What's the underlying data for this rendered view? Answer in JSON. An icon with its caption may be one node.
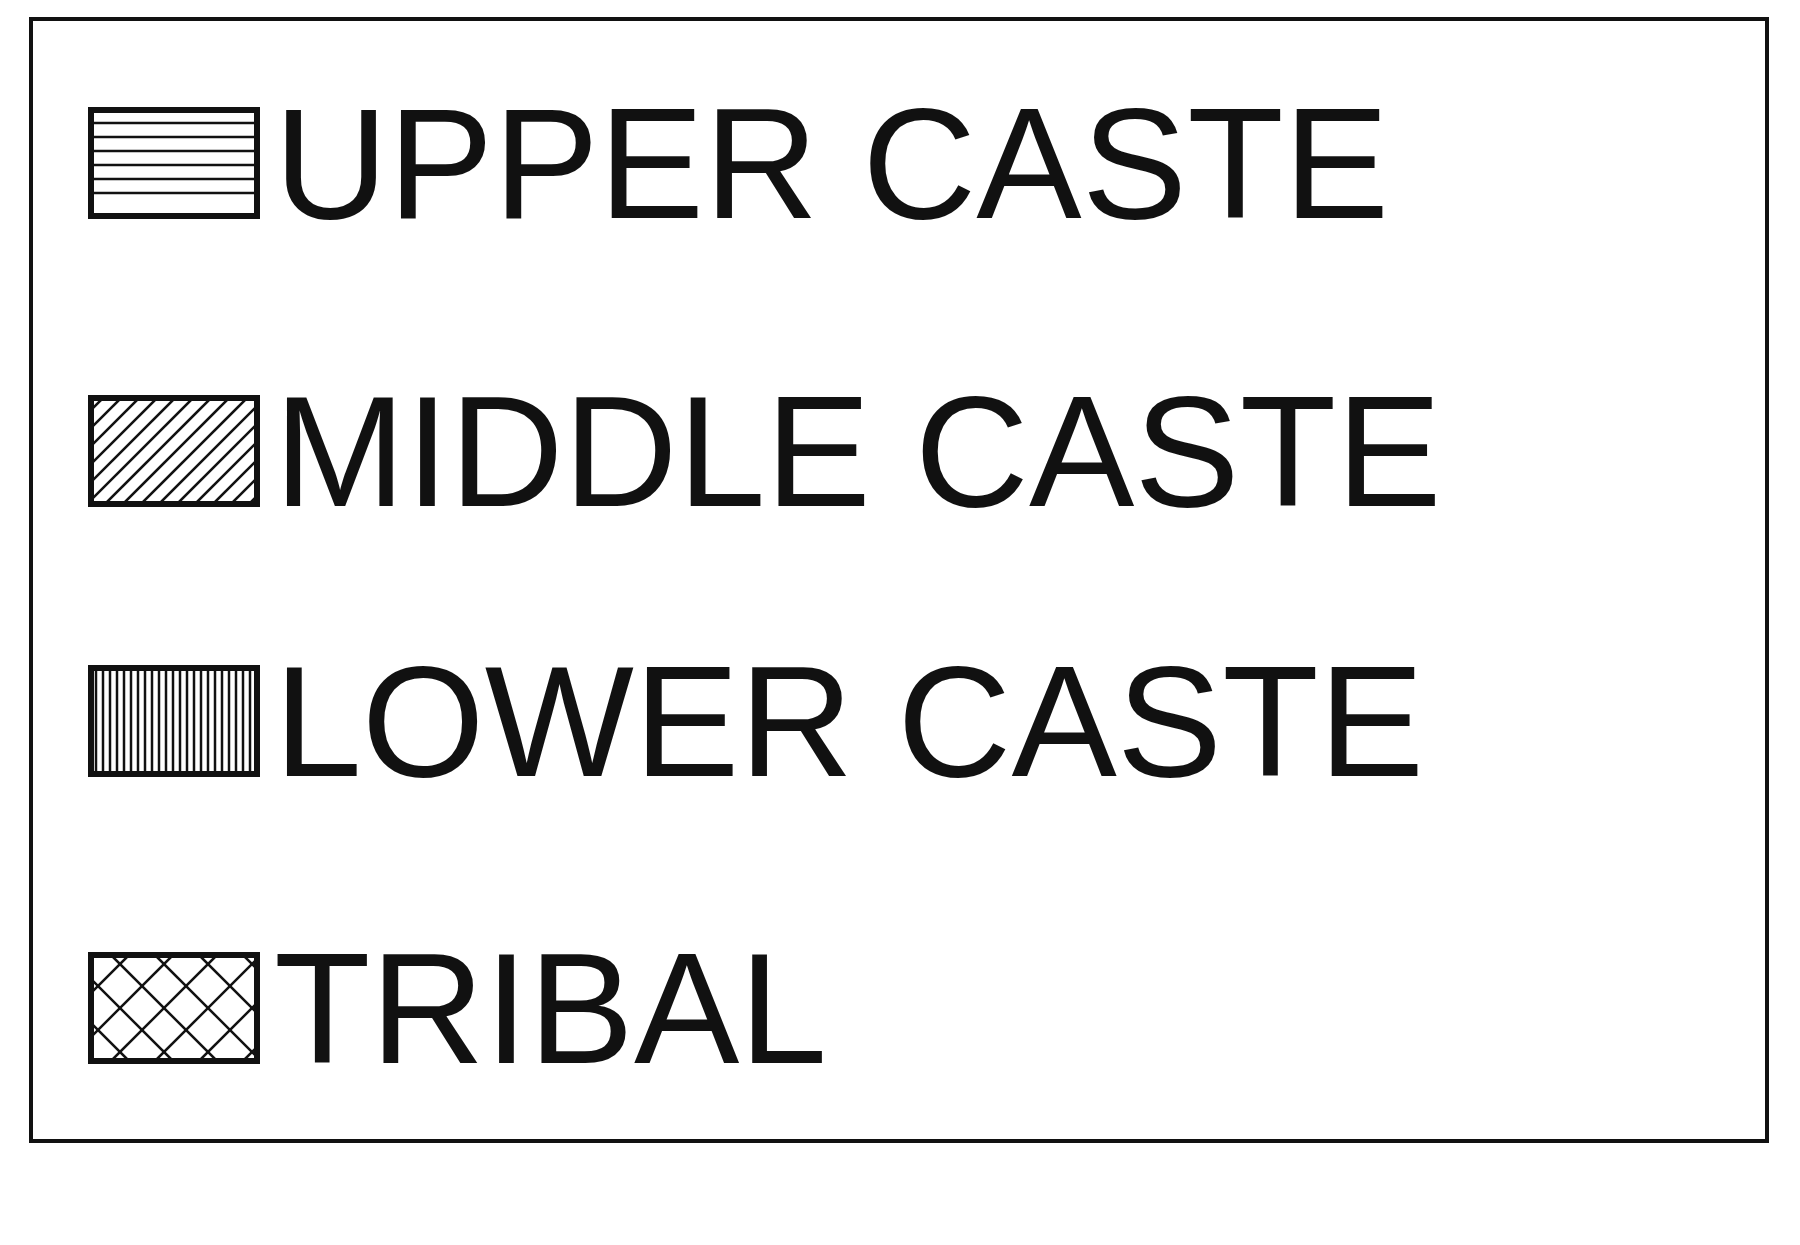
{
  "diagram": {
    "legend": [
      {
        "text": "UPPER CASTE"
      },
      {
        "text": "MIDDLE CASTE"
      },
      {
        "text": "LOWER CASTE"
      },
      {
        "text": "TRIBAL"
      }
    ]
  }
}
